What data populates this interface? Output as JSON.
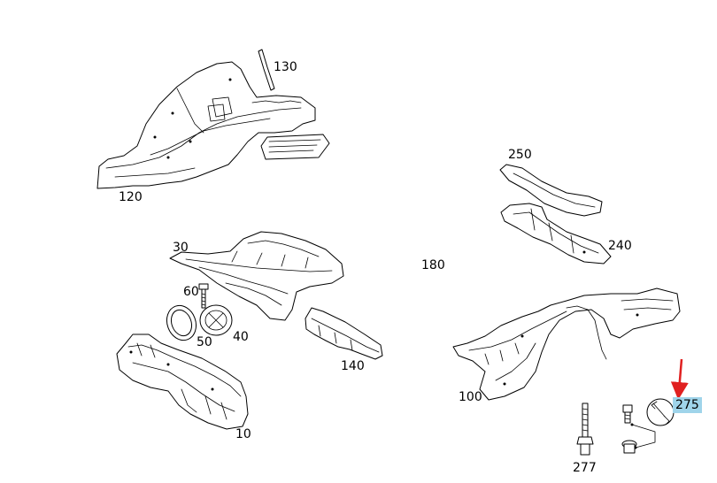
{
  "colors": {
    "highlight": "#9fd4ea",
    "arrow": "#e02020",
    "line": "#000000",
    "background": "#ffffff"
  },
  "parts": [
    {
      "id": "120",
      "label": "120"
    },
    {
      "id": "130",
      "label": "130"
    },
    {
      "id": "30",
      "label": "30"
    },
    {
      "id": "60",
      "label": "60"
    },
    {
      "id": "50",
      "label": "50"
    },
    {
      "id": "40",
      "label": "40"
    },
    {
      "id": "140",
      "label": "140"
    },
    {
      "id": "10",
      "label": "10"
    },
    {
      "id": "180",
      "label": "180"
    },
    {
      "id": "250",
      "label": "250"
    },
    {
      "id": "240",
      "label": "240"
    },
    {
      "id": "100",
      "label": "100"
    },
    {
      "id": "275",
      "label": "275",
      "highlighted": true
    },
    {
      "id": "277",
      "label": "277"
    }
  ],
  "tool_icon": "wrench-icon"
}
